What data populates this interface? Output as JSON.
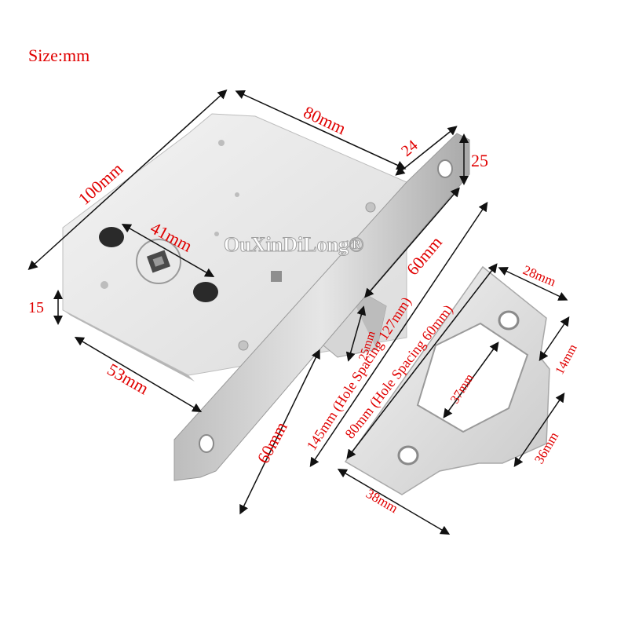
{
  "size_label": "Size:mm",
  "watermark": "OuXinDiLong®",
  "colors": {
    "dimension_text": "#e00000",
    "dimension_line": "#111111",
    "steel_light": "#eeeeee",
    "steel_mid": "#cfcfcf",
    "steel_dark": "#8e8e8e"
  },
  "dimensions": {
    "lock_height": "100mm",
    "lock_depth": "80mm",
    "faceplate_width": "24",
    "faceplate_top_to_hole": "25",
    "hole_to_latch": "60mm",
    "latch_to_bottom_hole": "60mm",
    "follower_spacing": "41mm",
    "backset": "53mm",
    "side_offset": "15",
    "latch_height": "25mm",
    "overall_length": "145mm (Hole Spacing 127mm)",
    "strike_length": "80mm (Hole Spacing 60mm)",
    "strike_width": "28mm",
    "strike_lip": "14mm",
    "strike_window": "37mm",
    "strike_tongue": "36mm",
    "strike_bottom": "38mm"
  }
}
